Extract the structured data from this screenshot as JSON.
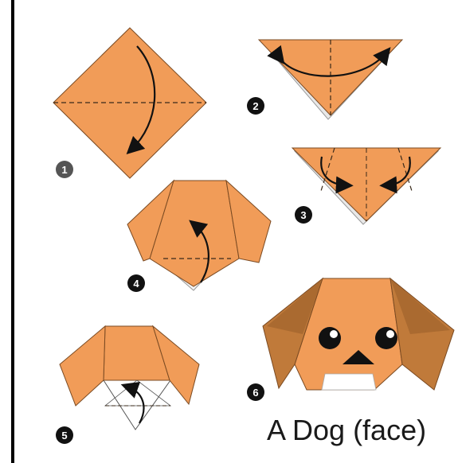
{
  "title": "A Dog (face)",
  "steps": [
    {
      "number": "1"
    },
    {
      "number": "2"
    },
    {
      "number": "3"
    },
    {
      "number": "4"
    },
    {
      "number": "5"
    },
    {
      "number": "6"
    }
  ],
  "colors": {
    "paper_orange": "#f19c58",
    "paper_orange_dark": "#c87a3a",
    "paper_stroke": "#7a4a22",
    "ear_brown": "#c07a3a",
    "ear_brown_dark": "#9b5f2a",
    "fold_line": "#3a2a1a",
    "arrow": "#111111"
  }
}
